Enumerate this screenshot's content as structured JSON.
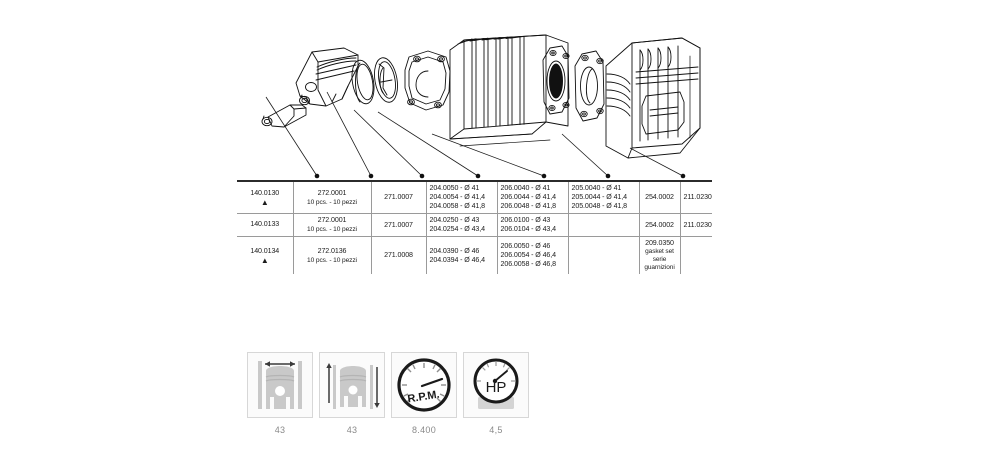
{
  "diagram": {
    "title": "exploded cylinder kit assembly",
    "leader_dot_count": 7,
    "parts": [
      "gudgeon pin / circlips",
      "piston",
      "piston rings",
      "base gasket",
      "cylinder barrel",
      "head gasket",
      "cylinder head"
    ]
  },
  "table": {
    "rows": [
      {
        "kit": {
          "code": "140.0130",
          "marker": "▲"
        },
        "piston": {
          "code": "272.0001",
          "note": "10 pcs. - 10 pezzi"
        },
        "pin": {
          "code": "271.0007"
        },
        "rings_a": [
          "204.0050 - Ø 41",
          "204.0054 - Ø 41,4",
          "204.0058 - Ø 41,8"
        ],
        "rings_b": [
          "206.0040 - Ø 41",
          "206.0044 - Ø 41,4",
          "206.0048 - Ø 41,8"
        ],
        "rings_c": [
          "205.0040 - Ø 41",
          "205.0044 - Ø 41,4",
          "205.0048 - Ø 41,8"
        ],
        "gasket": {
          "code": "254.0002",
          "label1": "",
          "label2": ""
        },
        "last": "211.0230"
      },
      {
        "kit": {
          "code": "140.0133",
          "marker": ""
        },
        "piston": {
          "code": "272.0001",
          "note": "10 pcs. - 10 pezzi"
        },
        "pin": {
          "code": "271.0007"
        },
        "rings_a": [
          "204.0250 - Ø 43",
          "204.0254 - Ø 43,4"
        ],
        "rings_b": [
          "206.0100 - Ø 43",
          "206.0104 - Ø 43,4"
        ],
        "rings_c": [],
        "gasket": {
          "code": "254.0002",
          "label1": "",
          "label2": ""
        },
        "last": "211.0230"
      },
      {
        "kit": {
          "code": "140.0134",
          "marker": "▲"
        },
        "piston": {
          "code": "272.0136",
          "note": "10 pcs. - 10 pezzi"
        },
        "pin": {
          "code": "271.0008"
        },
        "rings_a": [
          "204.0390 - Ø 46",
          "204.0394 - Ø 46,4"
        ],
        "rings_b": [
          "206.0050 - Ø 46",
          "206.0054 - Ø 46,4",
          "206.0058 - Ø 46,8"
        ],
        "rings_c": [],
        "gasket": {
          "code": "209.0350",
          "label1": "gasket set",
          "label2": "serie guarnizioni"
        },
        "last": ""
      }
    ]
  },
  "specs": [
    {
      "icon": "piston-bore-icon",
      "value": "43"
    },
    {
      "icon": "piston-stroke-icon",
      "value": "43"
    },
    {
      "icon": "rpm-gauge-icon",
      "value": "8.400",
      "gauge_label": "R.P.M."
    },
    {
      "icon": "hp-gauge-icon",
      "value": "4,5",
      "gauge_label": "HP"
    }
  ],
  "colors": {
    "rule": "#2b2b2b",
    "grid": "#9a9a9a",
    "text": "#1c1c1c",
    "spec_text": "#8a8a8a",
    "spec_border": "#d7d7d7",
    "spec_fill": "#fbfbfb",
    "piston_gray": "#c9c9c9",
    "ink": "#111111"
  }
}
